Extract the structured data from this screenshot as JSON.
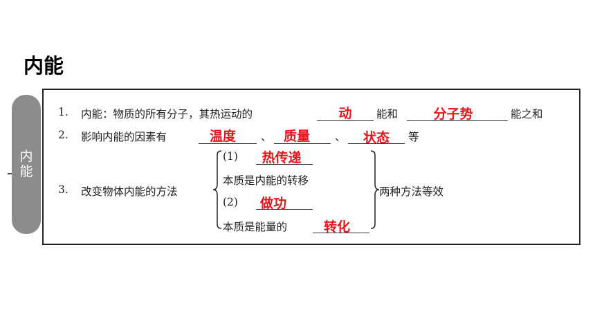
{
  "title": "内能",
  "side_tab": {
    "label_line1": "内",
    "label_line2": "能"
  },
  "items": {
    "one": {
      "num": "1.",
      "text_a": "内能：物质的所有分子，其热运动的",
      "answer_a": "动",
      "text_b": "能和",
      "answer_b": "分子势",
      "text_c": "能之和"
    },
    "two": {
      "num": "2.",
      "text_a": "影响内能的因素有",
      "answer_a": "温度",
      "sep_1": "、",
      "answer_b": "质量",
      "sep_2": "、",
      "answer_c": "状态",
      "text_end": "等"
    },
    "three": {
      "num": "3.",
      "text": "改变物体内能的方法",
      "method1_prefix": "(1)",
      "method1_answer": "热传递",
      "method1_essence": "本质是内能的转移",
      "method2_prefix": "(2)",
      "method2_answer": "做功",
      "method2_essence": "本质是能量的",
      "method2_essence_answer": "转化",
      "conclusion": "两种方法等效"
    }
  },
  "colors": {
    "answer": "#e8141c",
    "side_tab": "#8c8c8c",
    "border": "#222222"
  }
}
